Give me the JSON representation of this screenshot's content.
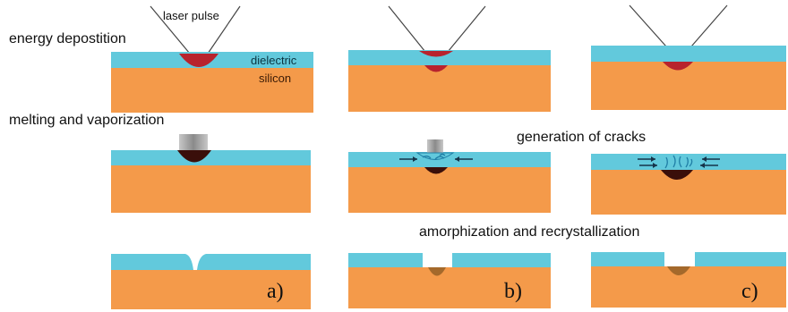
{
  "labels": {
    "laser_pulse": "laser pulse",
    "dielectric": "dielectric",
    "silicon": "silicon",
    "energy_deposition": "energy depostition",
    "melting_vaporization": "melting and vaporization",
    "generation_cracks": "generation of cracks",
    "amorphization_recrystallization": "amorphization and recrystallization"
  },
  "panels": [
    "a)",
    "b)",
    "c)"
  ],
  "colors": {
    "dielectric": "#62c9dc",
    "silicon": "#f49a4a",
    "melt_red": "#b8232d",
    "melt_dark": "#3a0f0a",
    "recrystallized": "#a4692b",
    "crack_blue": "#1f7ea6",
    "arrow": "#16344a"
  }
}
